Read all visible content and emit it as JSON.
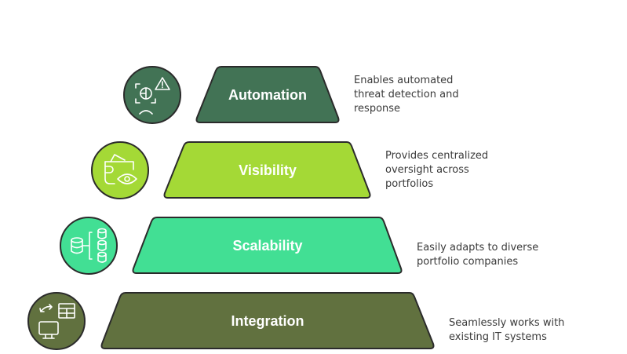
{
  "levels": [
    {
      "label": "Automation",
      "color": "#427355",
      "icon": "threat-detection-icon",
      "description": [
        "Enables automated",
        "threat detection and",
        "response"
      ]
    },
    {
      "label": "Visibility",
      "color": "#a4d936",
      "icon": "wallet-eye-icon",
      "description": [
        "Provides centralized",
        "oversight across",
        "portfolios"
      ]
    },
    {
      "label": "Scalability",
      "color": "#42df94",
      "icon": "database-scale-icon",
      "description": [
        "Easily adapts to diverse",
        "portfolio companies"
      ]
    },
    {
      "label": "Integration",
      "color": "#61713f",
      "icon": "system-integration-icon",
      "description": [
        "Seamlessly works with",
        "existing IT systems"
      ]
    }
  ]
}
